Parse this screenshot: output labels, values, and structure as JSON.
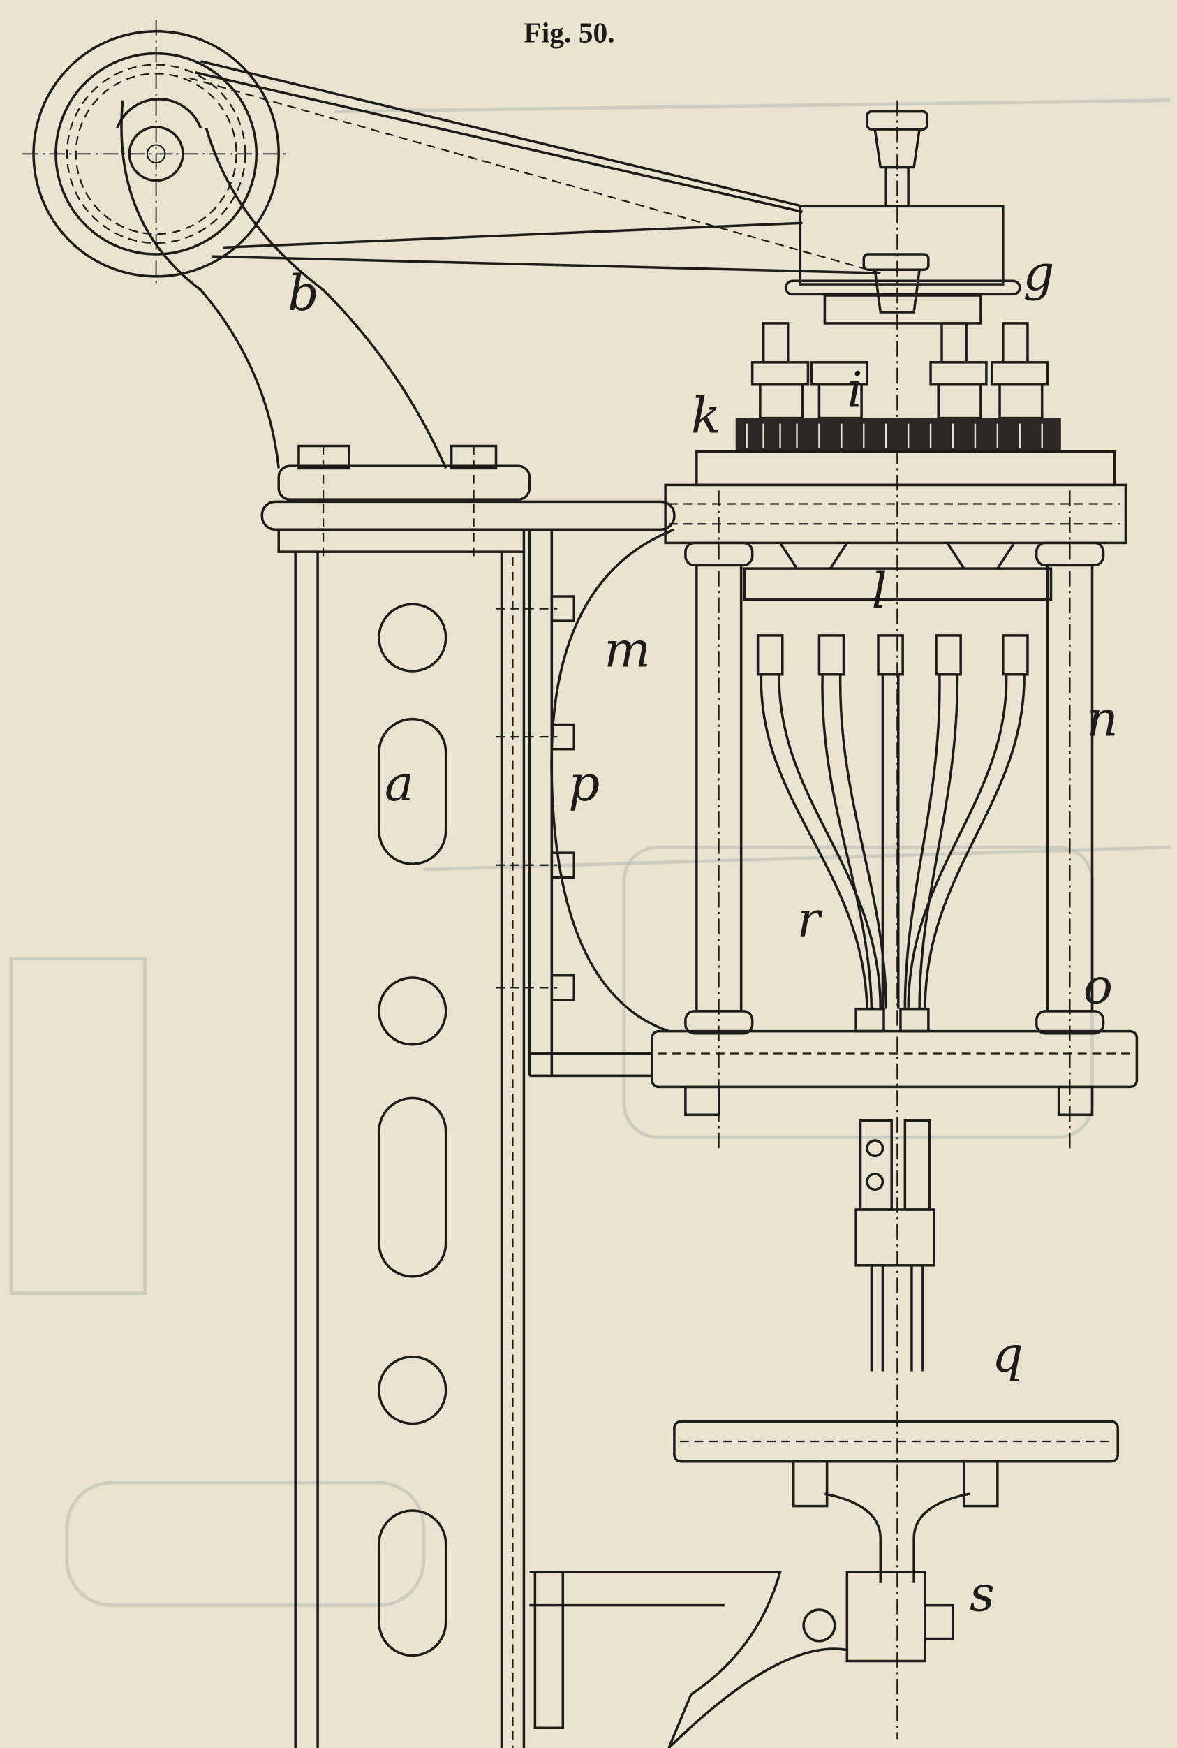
{
  "figure": {
    "title": "Fig. 50.",
    "labels": {
      "b": "b",
      "g": "g",
      "k": "k",
      "i": "i",
      "l": "l",
      "m": "m",
      "n": "n",
      "a": "a",
      "p": "p",
      "r": "r",
      "o": "o",
      "q": "q",
      "s": "s"
    }
  },
  "colors": {
    "paper": "#e9e3cf",
    "ink": "#1e1c1a",
    "bleed": "#b9bcb7"
  }
}
